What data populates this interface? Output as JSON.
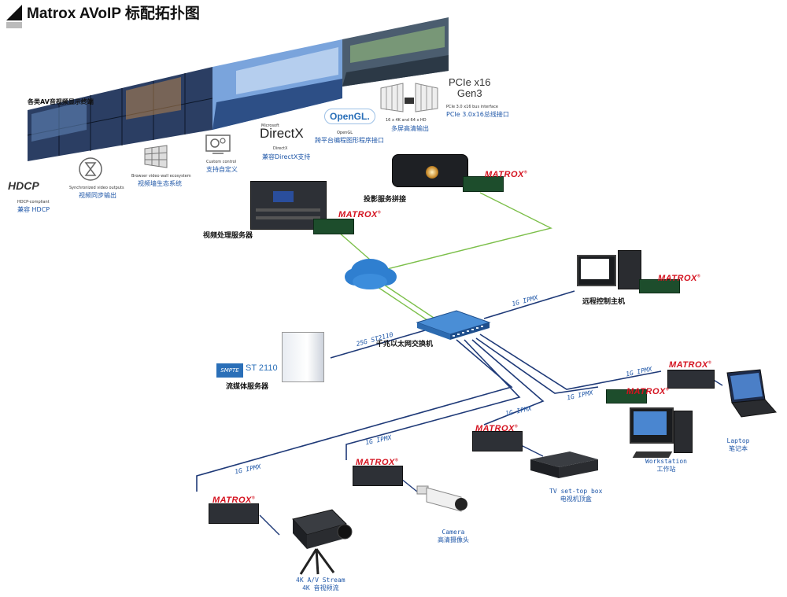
{
  "header": {
    "title": "Matrox AVoIP 标配拓扑图"
  },
  "features": {
    "display_endpoints": "各类AV音视频显示终端",
    "hdcp_logo": "HDCP",
    "hdcp_en": "HDCP-compliant",
    "hdcp_cn": "兼容 HDCP",
    "sync_en": "Synchronized video outputs",
    "sync_cn": "视频同步输出",
    "browser_en": "Browser video wall ecosystem",
    "browser_cn": "视频墙生态系统",
    "custom_en": "Custom control",
    "custom_cn": "支持自定义",
    "directx_small": "Microsoft",
    "directx_logo": "DirectX",
    "directx_en": "DirectX",
    "directx_cn": "兼容DirectX支持",
    "opengl_logo": "OpenGL.",
    "opengl_en": "OpenGL",
    "opengl_cn": "跨平台编程图形程序接口",
    "multi_cn": "多屏高清输出",
    "multi_en": "16 x 4K and 64 x HD",
    "pcie_logo_1": "PCIe x16",
    "pcie_logo_2": "Gen3",
    "pcie_en": "PCIe 3.0 x16 bus interface",
    "pcie_cn": "PCIe 3.0x16总线接口"
  },
  "nodes": {
    "video_server": "视频处理服务器",
    "projector": "投影服务拼接",
    "remote_host": "远程控制主机",
    "switch": "千兆以太网交换机",
    "streaming_server": "流媒体服务器",
    "smpte": "SMPTE",
    "st2110": "ST 2110",
    "laptop_en": "Laptop",
    "laptop_cn": "笔记本",
    "workstation_en": "Workstation",
    "workstation_cn": "工作站",
    "stb_en": "TV set-top box",
    "stb_cn": "电视机顶盒",
    "camera_en": "Camera",
    "camera_cn": "高清摄像头",
    "stream_en": "4K A/V Stream",
    "stream_cn": "4K 音视频流"
  },
  "brand": {
    "name": "MATROX",
    "reg": "®",
    "color": "#d4121f"
  },
  "links": {
    "remote": "1G IPMX",
    "st2110": "25G ST2110",
    "laptop": "1G IPMX",
    "workstation": "1G IPMX",
    "stb": "1G IPMX",
    "camera": "1G IPMX",
    "stream": "1G IPMX"
  },
  "colors": {
    "network": "#1f3a78",
    "wireless": "#7cbf4a",
    "cloud": "#2f7fd0",
    "switch": "#3a7cc6"
  }
}
